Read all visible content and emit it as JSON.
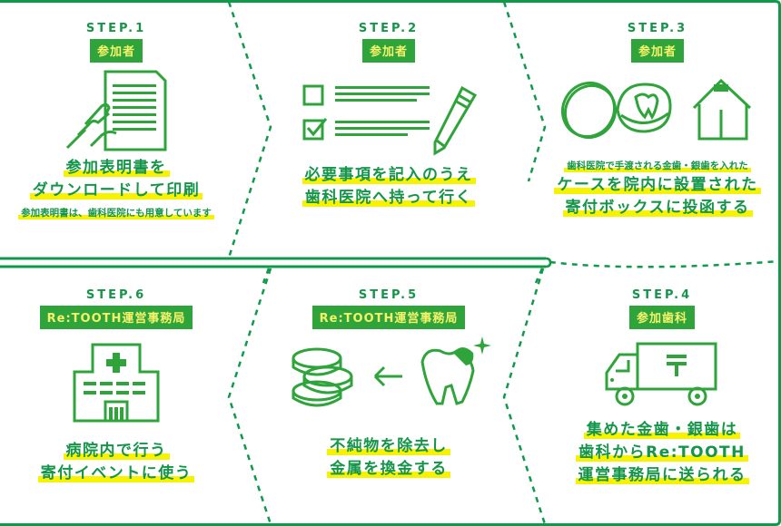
{
  "colors": {
    "border": "#0f9a4a",
    "icon": "#2ea43b",
    "text": "#14954a",
    "badge_bg": "#2ea43b",
    "badge_text": "#f6f26a",
    "highlight": "#f7f200"
  },
  "steps": [
    {
      "step": "STEP.1",
      "actor": "参加者",
      "icon": "document-in-hand-icon",
      "lines": [
        "参加表明書を",
        "ダウンロードして印刷"
      ],
      "note": "参加表明書は、歯科医院にも用意しています"
    },
    {
      "step": "STEP.2",
      "actor": "参加者",
      "icon": "checklist-pencil-icon",
      "lines": [
        "必要事項を記入のうえ",
        "歯科医院へ持って行く"
      ]
    },
    {
      "step": "STEP.3",
      "actor": "参加者",
      "icon": "tooth-case-and-donation-box-icon",
      "note": "歯科医院で手渡される金歯・銀歯を入れた",
      "lines": [
        "ケースを院内に設置された",
        "寄付ボックスに投函する"
      ]
    },
    {
      "step": "STEP.4",
      "actor": "参加歯科",
      "icon": "postal-truck-icon",
      "lines": [
        "集めた金歯・銀歯は",
        "歯科からRe:TOOTH",
        "運営事務局に送られる"
      ]
    },
    {
      "step": "STEP.5",
      "actor": "Re:TOOTH運営事務局",
      "icon": "tooth-to-coins-icon",
      "lines": [
        "不純物を除去し",
        "金属を換金する"
      ]
    },
    {
      "step": "STEP.6",
      "actor": "Re:TOOTH運営事務局",
      "icon": "hospital-icon",
      "lines": [
        "病院内で行う",
        "寄付イベントに使う"
      ]
    }
  ]
}
